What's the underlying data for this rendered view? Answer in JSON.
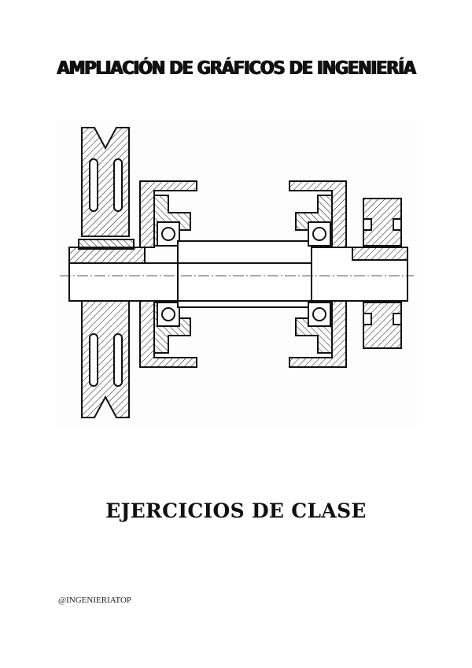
{
  "document": {
    "title": "AMPLIACIÓN DE GRÁFICOS DE INGENIERÍA",
    "subtitle": "EJERCICIOS DE CLASE",
    "author_handle": "@INGENIERIATOP"
  },
  "figure": {
    "subject": "shaft-assembly-section-drawing"
  }
}
